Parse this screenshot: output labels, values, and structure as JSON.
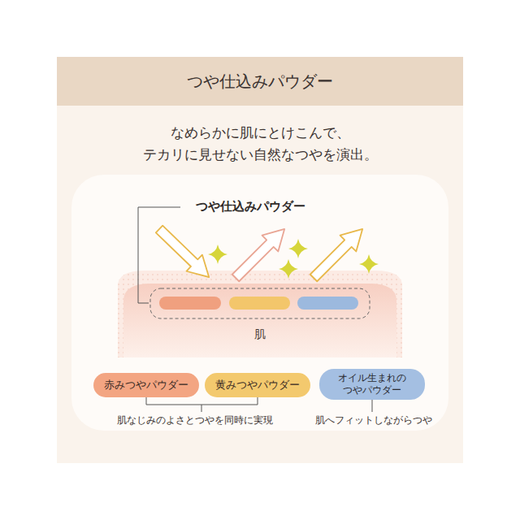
{
  "diagram": {
    "title": "つや仕込みパウダー",
    "nodes": [
      {
        "text": [
          "肌"
        ]
      },
      {
        "text": [
          "赤みつやパウダー"
        ]
      },
      {
        "text": [
          "黄みつやパウダー"
        ]
      },
      {
        "text": [
          "オイル生まれの つやパウダー"
        ]
      }
    ],
    "labels": [
      "なめらかに肌にとけこんで、 テカリに見せない自然なつやを演出。",
      "つや仕込みパウダー",
      "肌なじみのよさとつやを同時に実現",
      "肌へフィットしながらつや"
    ]
  }
}
